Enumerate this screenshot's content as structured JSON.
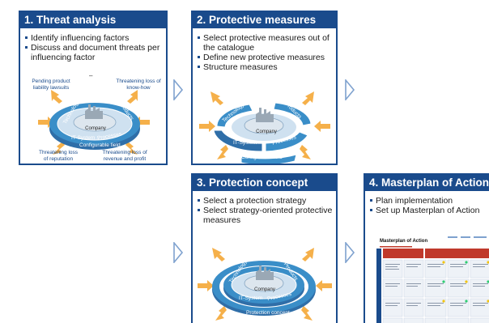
{
  "panels": {
    "p1": {
      "title": "1. Threat analysis",
      "bullets": [
        "Identify influencing factors",
        "Discuss and document threats per influencing factor"
      ]
    },
    "p2": {
      "title": "2. Protective measures",
      "bullets": [
        "Select protective measures out of the catalogue",
        "Define new protective measures",
        "Structure measures"
      ]
    },
    "p3": {
      "title": "3. Protection concept",
      "bullets": [
        "Select a protection strategy",
        "Select strategy-oriented protective measures"
      ]
    },
    "p4": {
      "title": "4. Masterplan of Action",
      "bullets": [
        "Plan implementation",
        "Set up Masterplan of Action"
      ]
    }
  },
  "disk": {
    "center": "Company",
    "technology": "Technology",
    "products": "Products",
    "it_system": "IT-System",
    "processes": "Processes",
    "configure_field": "Configurable field",
    "protection_concept": "Protection concept",
    "dash": "–"
  },
  "threats": {
    "t1": "Pending product liability lawsuits",
    "t2": "Threatening loss of know-how",
    "t3": "Threatening loss of reputation",
    "t4": "Threatening loss of revenue and profit"
  },
  "masterplan": {
    "title": "Masterplan of Action"
  },
  "colors": {
    "header": "#1a4b8c",
    "arrow": "#7fa2cf",
    "threat_arrow": "#f5b04a",
    "disk_ring": "#3a8ec8",
    "disk_core": "#dde6ee"
  }
}
